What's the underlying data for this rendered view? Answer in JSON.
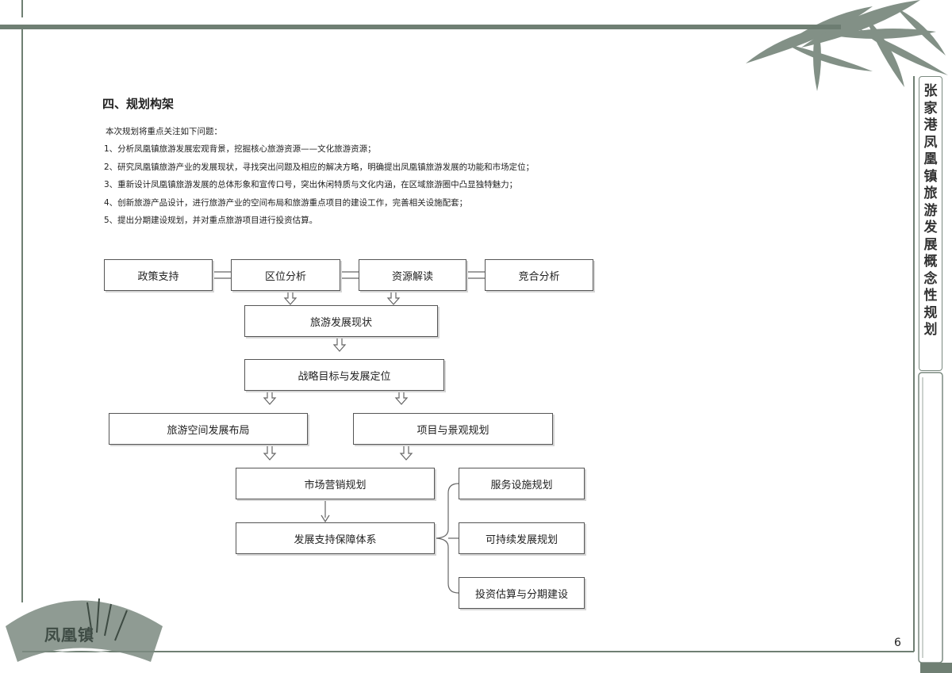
{
  "header": {
    "title_vertical": [
      "张",
      "家",
      "港",
      "凤",
      "凰",
      "镇",
      "旅",
      "游",
      "发",
      "展",
      "概",
      "念",
      "性",
      "规",
      "划"
    ]
  },
  "section": {
    "heading": "四、规划构架",
    "intro": "本次规划将重点关注如下问题：",
    "items": [
      "1、分析凤凰镇旅游发展宏观背景，挖掘核心旅游资源——文化旅游资源；",
      "2、研究凤凰镇旅游产业的发展现状，寻找突出问题及相应的解决方略，明确提出凤凰镇旅游发展的功能和市场定位；",
      "3、重新设计凤凰镇旅游发展的总体形象和宣传口号，突出休闲特质与文化内涵，在区域旅游圈中凸显独特魅力；",
      "4、创新旅游产品设计，进行旅游产业的空间布局和旅游重点项目的建设工作，完善相关设施配套；",
      "5、提出分期建设规划，并对重点旅游项目进行投资估算。"
    ]
  },
  "flowchart": {
    "policy": "政策支持",
    "location": "区位分析",
    "resources": "资源解读",
    "competition": "竞合分析",
    "status": "旅游发展现状",
    "strategy": "战略目标与发展定位",
    "spatial": "旅游空间发展布局",
    "projects": "项目与景观规划",
    "marketing": "市场营销规划",
    "support": "发展支持保障体系",
    "service": "服务设施规划",
    "sustainable": "可持续发展规划",
    "investment": "投资估算与分期建设"
  },
  "footer": {
    "logo_text": "凤凰镇",
    "page_number": "6"
  },
  "colors": {
    "frame": "#6f7f73",
    "box_border": "#555555",
    "bamboo": "#6d7d72"
  }
}
